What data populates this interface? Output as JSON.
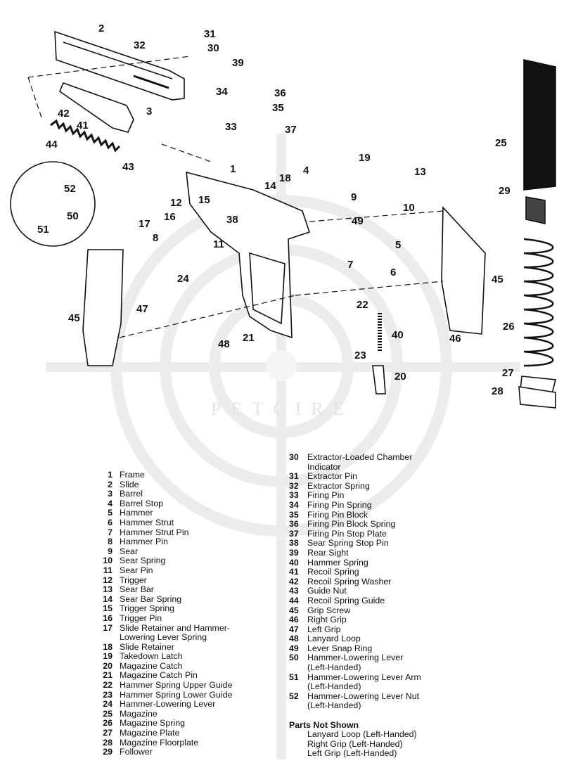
{
  "watermark": "PETCIRE",
  "callouts": [
    "2",
    "31",
    "32",
    "30",
    "39",
    "34",
    "36",
    "35",
    "3",
    "42",
    "41",
    "33",
    "37",
    "44",
    "43",
    "1",
    "19",
    "4",
    "13",
    "18",
    "14",
    "52",
    "9",
    "10",
    "12",
    "15",
    "16",
    "50",
    "38",
    "49",
    "17",
    "51",
    "8",
    "11",
    "5",
    "7",
    "6",
    "24",
    "45",
    "47",
    "45",
    "22",
    "40",
    "48",
    "21",
    "46",
    "23",
    "20",
    "25",
    "29",
    "26",
    "27",
    "28"
  ],
  "parts_left": [
    {
      "num": "1",
      "name": "Frame"
    },
    {
      "num": "2",
      "name": "Slide"
    },
    {
      "num": "3",
      "name": "Barrel"
    },
    {
      "num": "4",
      "name": "Barrel Stop"
    },
    {
      "num": "5",
      "name": "Hammer"
    },
    {
      "num": "6",
      "name": "Hammer Strut"
    },
    {
      "num": "7",
      "name": "Hammer Strut Pin"
    },
    {
      "num": "8",
      "name": "Hammer Pin"
    },
    {
      "num": "9",
      "name": "Sear"
    },
    {
      "num": "10",
      "name": "Sear Spring"
    },
    {
      "num": "11",
      "name": "Sear Pin"
    },
    {
      "num": "12",
      "name": "Trigger"
    },
    {
      "num": "13",
      "name": "Sear Bar"
    },
    {
      "num": "14",
      "name": "Sear Bar Spring"
    },
    {
      "num": "15",
      "name": "Trigger Spring"
    },
    {
      "num": "16",
      "name": "Trigger Pin"
    },
    {
      "num": "17",
      "name": "Slide Retainer and Hammer-\nLowering Lever Spring"
    },
    {
      "num": "18",
      "name": "Slide Retainer"
    },
    {
      "num": "19",
      "name": "Takedown Latch"
    },
    {
      "num": "20",
      "name": "Magazine Catch"
    },
    {
      "num": "21",
      "name": "Magazine Catch Pin"
    },
    {
      "num": "22",
      "name": "Hammer Spring Upper Guide"
    },
    {
      "num": "23",
      "name": "Hammer Spring Lower Guide"
    },
    {
      "num": "24",
      "name": "Hammer-Lowering Lever"
    },
    {
      "num": "25",
      "name": "Magazine"
    },
    {
      "num": "26",
      "name": "Magazine Spring"
    },
    {
      "num": "27",
      "name": "Magazine Plate"
    },
    {
      "num": "28",
      "name": "Magazine Floorplate"
    },
    {
      "num": "29",
      "name": "Follower"
    }
  ],
  "parts_right": [
    {
      "num": "30",
      "name": "Extractor-Loaded Chamber\nIndicator"
    },
    {
      "num": "31",
      "name": "Extractor Pin"
    },
    {
      "num": "32",
      "name": "Extractor Spring"
    },
    {
      "num": "33",
      "name": "Firing Pin"
    },
    {
      "num": "34",
      "name": "Firing Pin Spring"
    },
    {
      "num": "35",
      "name": "Firing Pin Block"
    },
    {
      "num": "36",
      "name": "Firing Pin Block Spring"
    },
    {
      "num": "37",
      "name": "Firing Pin Stop Plate"
    },
    {
      "num": "38",
      "name": "Sear Spring Stop Pin"
    },
    {
      "num": "39",
      "name": "Rear Sight"
    },
    {
      "num": "40",
      "name": "Hammer Spring"
    },
    {
      "num": "41",
      "name": "Recoil Spring"
    },
    {
      "num": "42",
      "name": "Recoil Spring Washer"
    },
    {
      "num": "43",
      "name": "Guide Nut"
    },
    {
      "num": "44",
      "name": "Recoil Spring Guide"
    },
    {
      "num": "45",
      "name": "Grip Screw"
    },
    {
      "num": "46",
      "name": "Right Grip"
    },
    {
      "num": "47",
      "name": "Left Grip"
    },
    {
      "num": "48",
      "name": "Lanyard Loop"
    },
    {
      "num": "49",
      "name": "Lever Snap Ring"
    },
    {
      "num": "50",
      "name": "Hammer-Lowering Lever\n(Left-Handed)"
    },
    {
      "num": "51",
      "name": "Hammer-Lowering Lever Arm\n(Left-Handed)"
    },
    {
      "num": "52",
      "name": "Hammer-Lowering Lever Nut\n(Left-Handed)"
    }
  ],
  "not_shown": {
    "heading": "Parts Not Shown",
    "items": [
      "Lanyard Loop (Left-Handed)",
      "Right Grip (Left-Handed)",
      "Left Grip (Left-Handed)"
    ]
  }
}
